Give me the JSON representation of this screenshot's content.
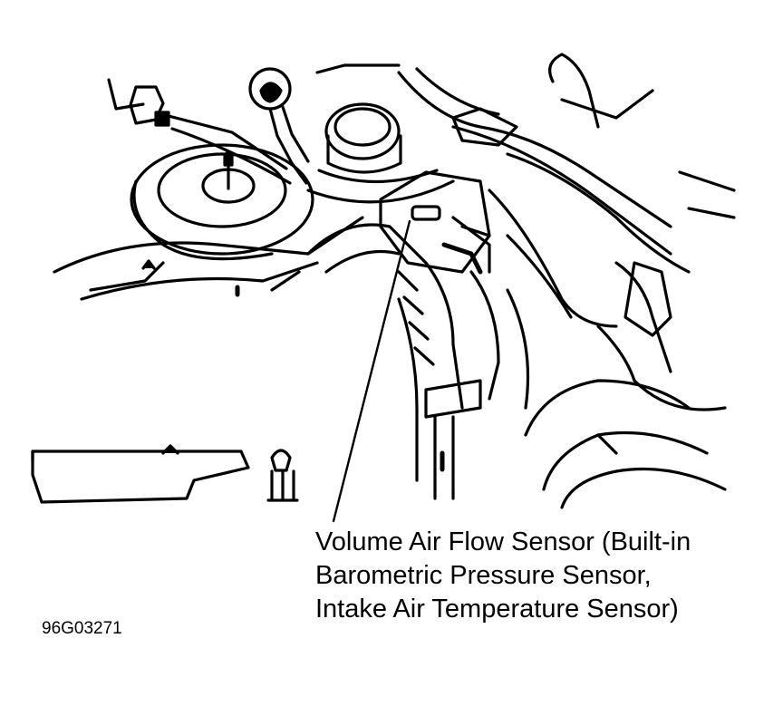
{
  "callout": {
    "line1": "Volume Air Flow Sensor (Built-in",
    "line2": "Barometric Pressure Sensor,",
    "line3": "Intake Air Temperature Sensor)"
  },
  "figure_id": "96G03271",
  "colors": {
    "ink": "#000000",
    "paper": "#ffffff"
  }
}
